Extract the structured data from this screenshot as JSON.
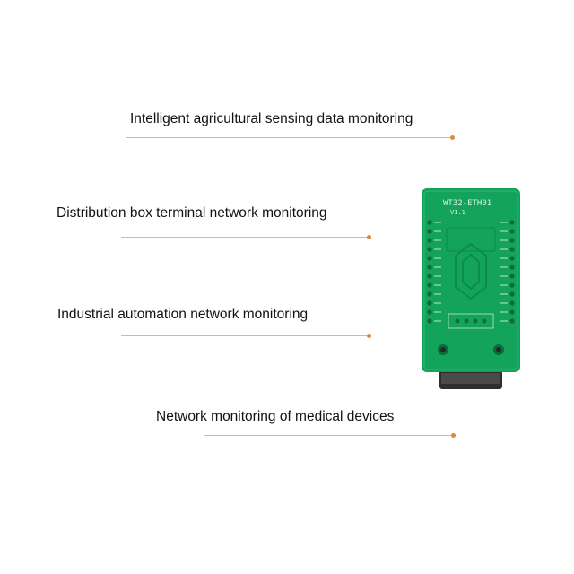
{
  "features": [
    {
      "text": "Intelligent agricultural sensing data monitoring"
    },
    {
      "text": "Distribution box terminal network monitoring"
    },
    {
      "text": "Industrial automation network monitoring"
    },
    {
      "text": "Network monitoring of medical devices"
    }
  ],
  "board": {
    "model": "WT32-ETH01",
    "version": "V1.1",
    "pcb_color": "#13a35a",
    "silk_color": "#d9f2e3",
    "connector_color": "#2e2e2e",
    "leader_color": "#e2b586",
    "dot_color": "#d98a3a"
  }
}
